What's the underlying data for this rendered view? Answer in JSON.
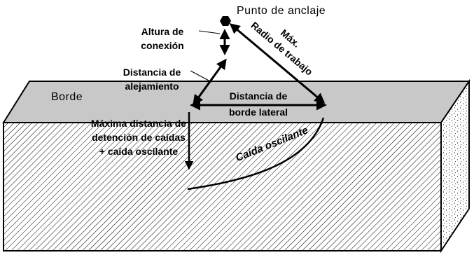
{
  "diagram": {
    "anchor_label": "Punto de anclaje",
    "edge_label": "Borde",
    "connection_height": [
      "Altura de",
      "conexión"
    ],
    "setback_distance": [
      "Distancia de",
      "alejamiento"
    ],
    "lateral_edge_distance": [
      "Distancia de",
      "borde lateral"
    ],
    "max_working_radius": [
      "Máx.",
      "Radio de trabajo"
    ],
    "swing_fall": "Caída oscilante",
    "max_fall_arrest": [
      "Máxima distancia de",
      "detención de caídas",
      "+ caída oscilante"
    ],
    "colors": {
      "top_surface": "#c8c8c8",
      "outline": "#000000",
      "background": "#ffffff"
    },
    "icons": [
      "anchor-point-hexagon-icon"
    ]
  }
}
